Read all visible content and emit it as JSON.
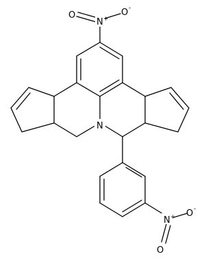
{
  "molecule": {
    "atoms": {
      "nitro_top_o_left": "O",
      "nitro_top_n": "N",
      "nitro_top_o_right": "O",
      "ring_n": "N",
      "nitro_bottom_o_left": "O",
      "nitro_bottom_n": "N",
      "nitro_bottom_o_right": "O"
    },
    "charges": {
      "nitro_top_n": "+",
      "nitro_top_o_right": "-",
      "nitro_bottom_n": "+",
      "nitro_bottom_o_right": "-"
    }
  }
}
